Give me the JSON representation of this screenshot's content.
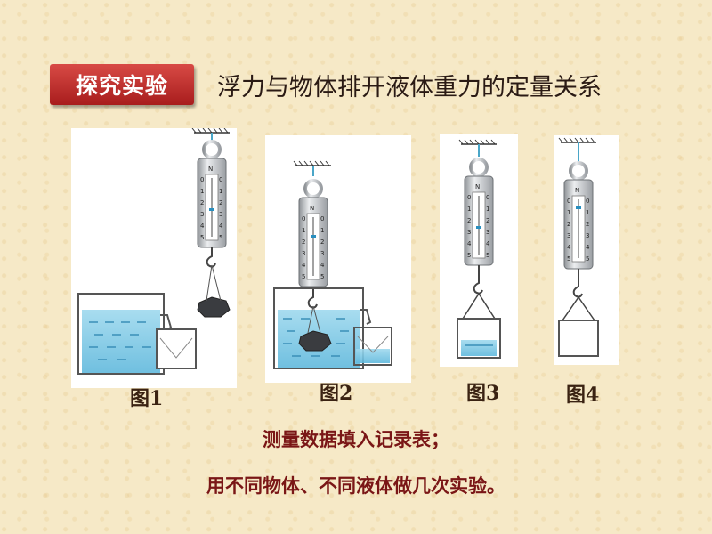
{
  "badge": "探究实验",
  "title": "浮力与物体排开液体重力的定量关系",
  "scale_unit": "N",
  "scale_ticks": [
    "0",
    "1",
    "2",
    "3",
    "4",
    "5"
  ],
  "figures": [
    {
      "label": "图1"
    },
    {
      "label": "图2"
    },
    {
      "label": "图3"
    },
    {
      "label": "图4"
    }
  ],
  "lines": {
    "line1": "测量数据填入记录表；",
    "line2": "用不同物体、不同液体做几次实验。"
  },
  "colors": {
    "badge": "#c0312b",
    "text_red": "#7a1616",
    "water": "#7ecbe6",
    "metal": "#b5b8bc"
  }
}
